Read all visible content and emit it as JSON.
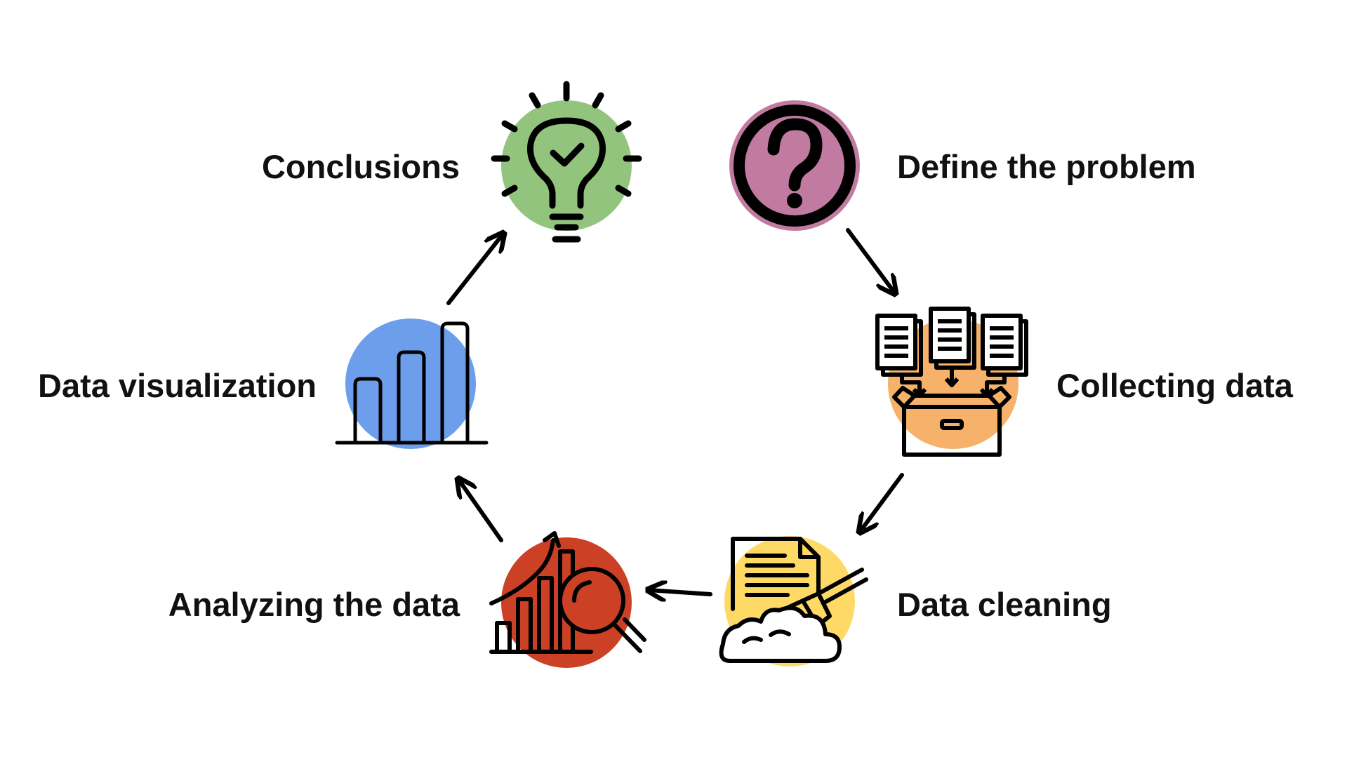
{
  "steps": [
    {
      "label": "Define the problem",
      "icon": "question-mark-icon",
      "color": "#C27BA0"
    },
    {
      "label": "Collecting data",
      "icon": "document-box-icon",
      "color": "#F6B26B"
    },
    {
      "label": "Data cleaning",
      "icon": "document-broom-icon",
      "color": "#FFD966"
    },
    {
      "label": "Analyzing the data",
      "icon": "chart-magnifier-icon",
      "color": "#CC4125"
    },
    {
      "label": "Data visualization",
      "icon": "bar-chart-icon",
      "color": "#6D9EEB"
    },
    {
      "label": "Conclusions",
      "icon": "lightbulb-check-icon",
      "color": "#93C47D"
    }
  ]
}
